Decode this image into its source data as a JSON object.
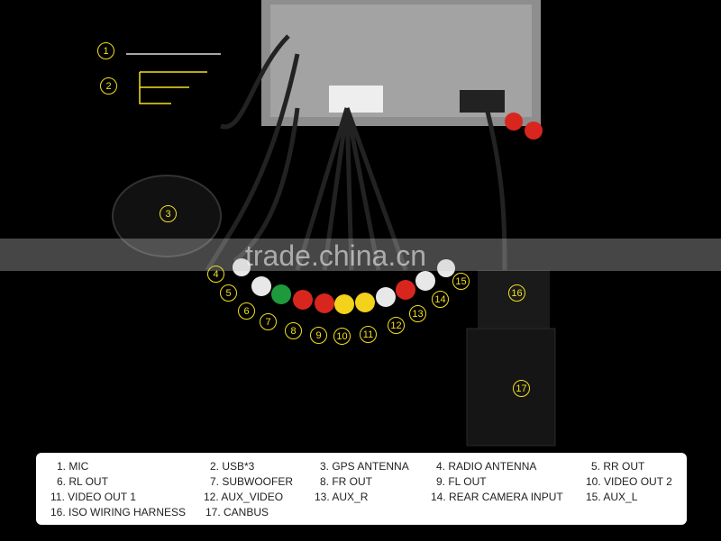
{
  "watermark": "trade.china.cn",
  "callouts": [
    "1",
    "2",
    "3",
    "4",
    "5",
    "6",
    "7",
    "8",
    "9",
    "10",
    "11",
    "12",
    "13",
    "14",
    "15",
    "16",
    "17"
  ],
  "legend": [
    "1. MIC",
    "2. USB*3",
    "3. GPS ANTENNA",
    "4. RADIO ANTENNA",
    "5. RR OUT",
    "6. RL OUT",
    "7. SUBWOOFER",
    "8. FR OUT",
    "9. FL OUT",
    "10. VIDEO OUT 2",
    "11. VIDEO OUT 1",
    "12. AUX_VIDEO",
    "13. AUX_R",
    "14. REAR CAMERA INPUT",
    "15. AUX_L",
    "16. ISO WIRING HARNESS",
    "17. CANBUS"
  ],
  "colors": {
    "callout": "#f4e11c",
    "red": "#d8261f",
    "white": "#e8e8e8",
    "yellow": "#f2d21a",
    "green": "#1e9a3c"
  }
}
